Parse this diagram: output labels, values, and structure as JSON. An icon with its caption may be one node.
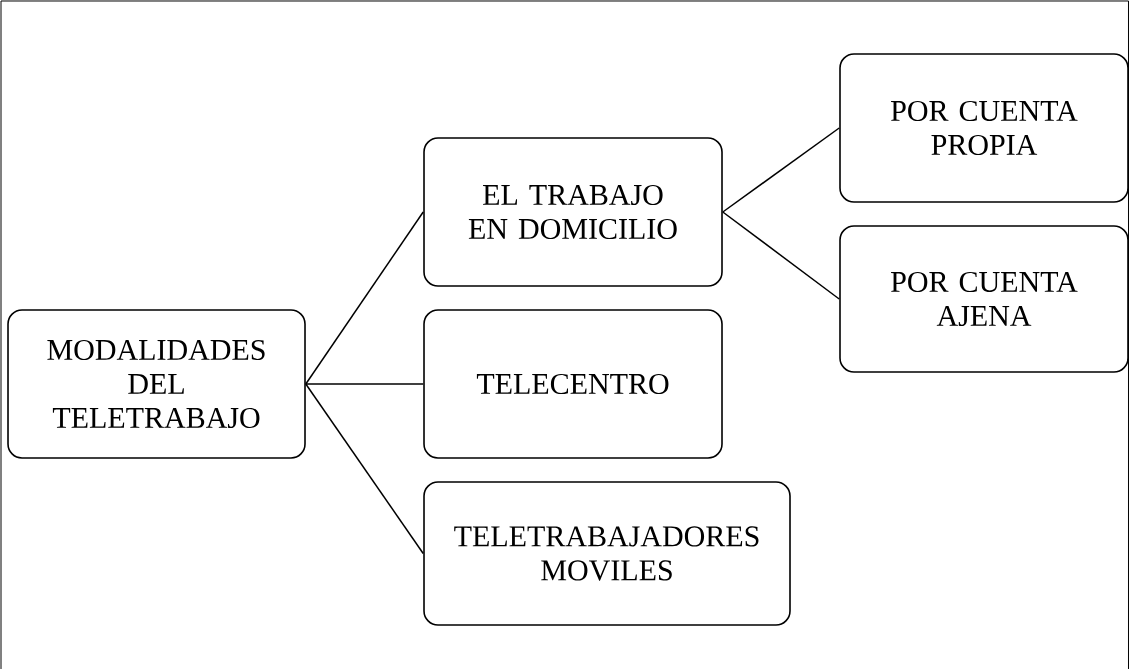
{
  "diagram": {
    "nodes": [
      {
        "text": [
          "MODALIDADES DEL TELETRABAJO"
        ]
      },
      {
        "text": [
          "EL TRABAJO EN DOMICILIO"
        ]
      },
      {
        "text": [
          "TELECENTRO"
        ]
      },
      {
        "text": [
          "TELETRABAJADORES MOVILES"
        ]
      },
      {
        "text": [
          "POR CUENTA PROPIA"
        ]
      },
      {
        "text": [
          "POR CUENTA AJENA"
        ]
      }
    ],
    "edges": [
      {
        "from": 0,
        "to": 1,
        "arrow": "none"
      },
      {
        "from": 0,
        "to": 2,
        "arrow": "none"
      },
      {
        "from": 0,
        "to": 3,
        "arrow": "none"
      },
      {
        "from": 1,
        "to": 4,
        "arrow": "none"
      },
      {
        "from": 1,
        "to": 5,
        "arrow": "none"
      }
    ]
  }
}
